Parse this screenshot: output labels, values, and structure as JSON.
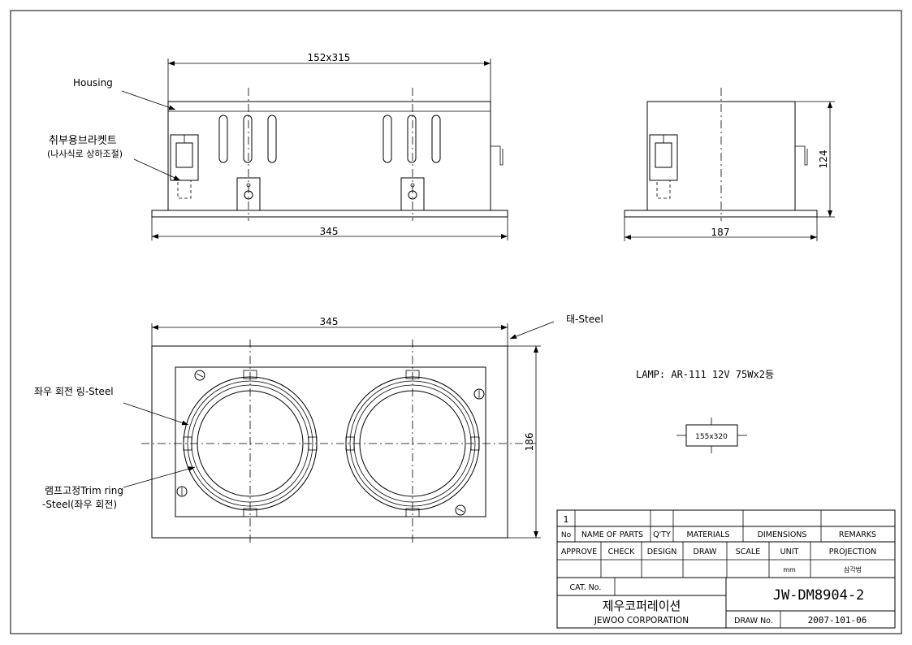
{
  "top_view": {
    "dim_width": "152x315",
    "dim_base": "345",
    "label_housing": "Housing",
    "label_bracket_1": "취부용브라켓트",
    "label_bracket_2": "(나사식로 상하조절)"
  },
  "side_view": {
    "dim_height": "124",
    "dim_base": "187"
  },
  "plan_view": {
    "dim_width": "345",
    "dim_height": "186",
    "label_frame": "태-Steel",
    "label_rotate_ring": "좌우 회전 링-Steel",
    "label_trim_1": "램프고정Trim ring",
    "label_trim_2": "-Steel(좌우 회전)"
  },
  "notes": {
    "lamp": "LAMP: AR-111 12V 75Wx2등",
    "cutout": "155x320"
  },
  "title_block": {
    "item_no": "1",
    "headers": {
      "no": "No",
      "name_of_parts": "NAME OF PARTS",
      "qty": "Q'TY",
      "materials": "MATERIALS",
      "dimensions": "DIMENSIONS",
      "remarks": "REMARKS"
    },
    "approve": "APPROVE",
    "check": "CHECK",
    "design": "DESIGN",
    "draw": "DRAW",
    "scale": "SCALE",
    "unit": "UNIT",
    "projection": "PROJECTION",
    "unit_value": "mm",
    "projection_value": "삼각법",
    "cat_no": "CAT. No.",
    "company_kr": "제우코퍼레이션",
    "company_en": "JEWOO CORPORATION",
    "drawing_code": "JW-DM8904-2",
    "draw_no_label": "DRAW No.",
    "draw_no_value": "2007-101-06"
  }
}
